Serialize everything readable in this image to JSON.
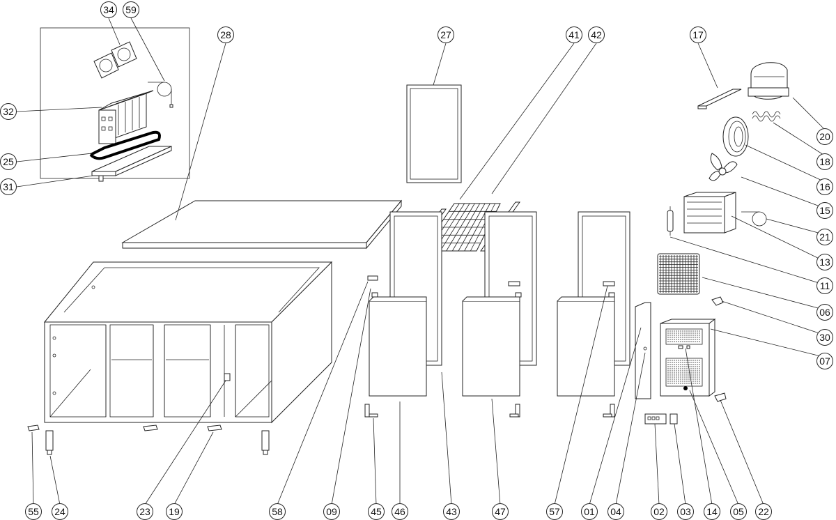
{
  "callouts": [
    "34",
    "59",
    "28",
    "27",
    "41",
    "42",
    "17",
    "20",
    "18",
    "16",
    "15",
    "21",
    "13",
    "11",
    "06",
    "30",
    "07",
    "22",
    "05",
    "14",
    "03",
    "02",
    "04",
    "01",
    "57",
    "47",
    "43",
    "46",
    "45",
    "09",
    "58",
    "19",
    "23",
    "24",
    "55",
    "32",
    "25",
    "31"
  ],
  "colors": {
    "line": "#222222",
    "background": "#ffffff",
    "highlight": "#000000"
  }
}
